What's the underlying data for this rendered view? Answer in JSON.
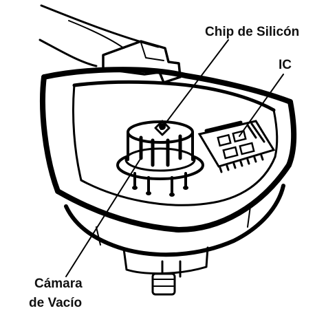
{
  "labels": {
    "chip": "Chip de Silicón",
    "ic": "IC",
    "chamber_line1": "Cámara",
    "chamber_line2": "de Vacío"
  },
  "colors": {
    "ink": "#000000",
    "paper": "#ffffff"
  }
}
